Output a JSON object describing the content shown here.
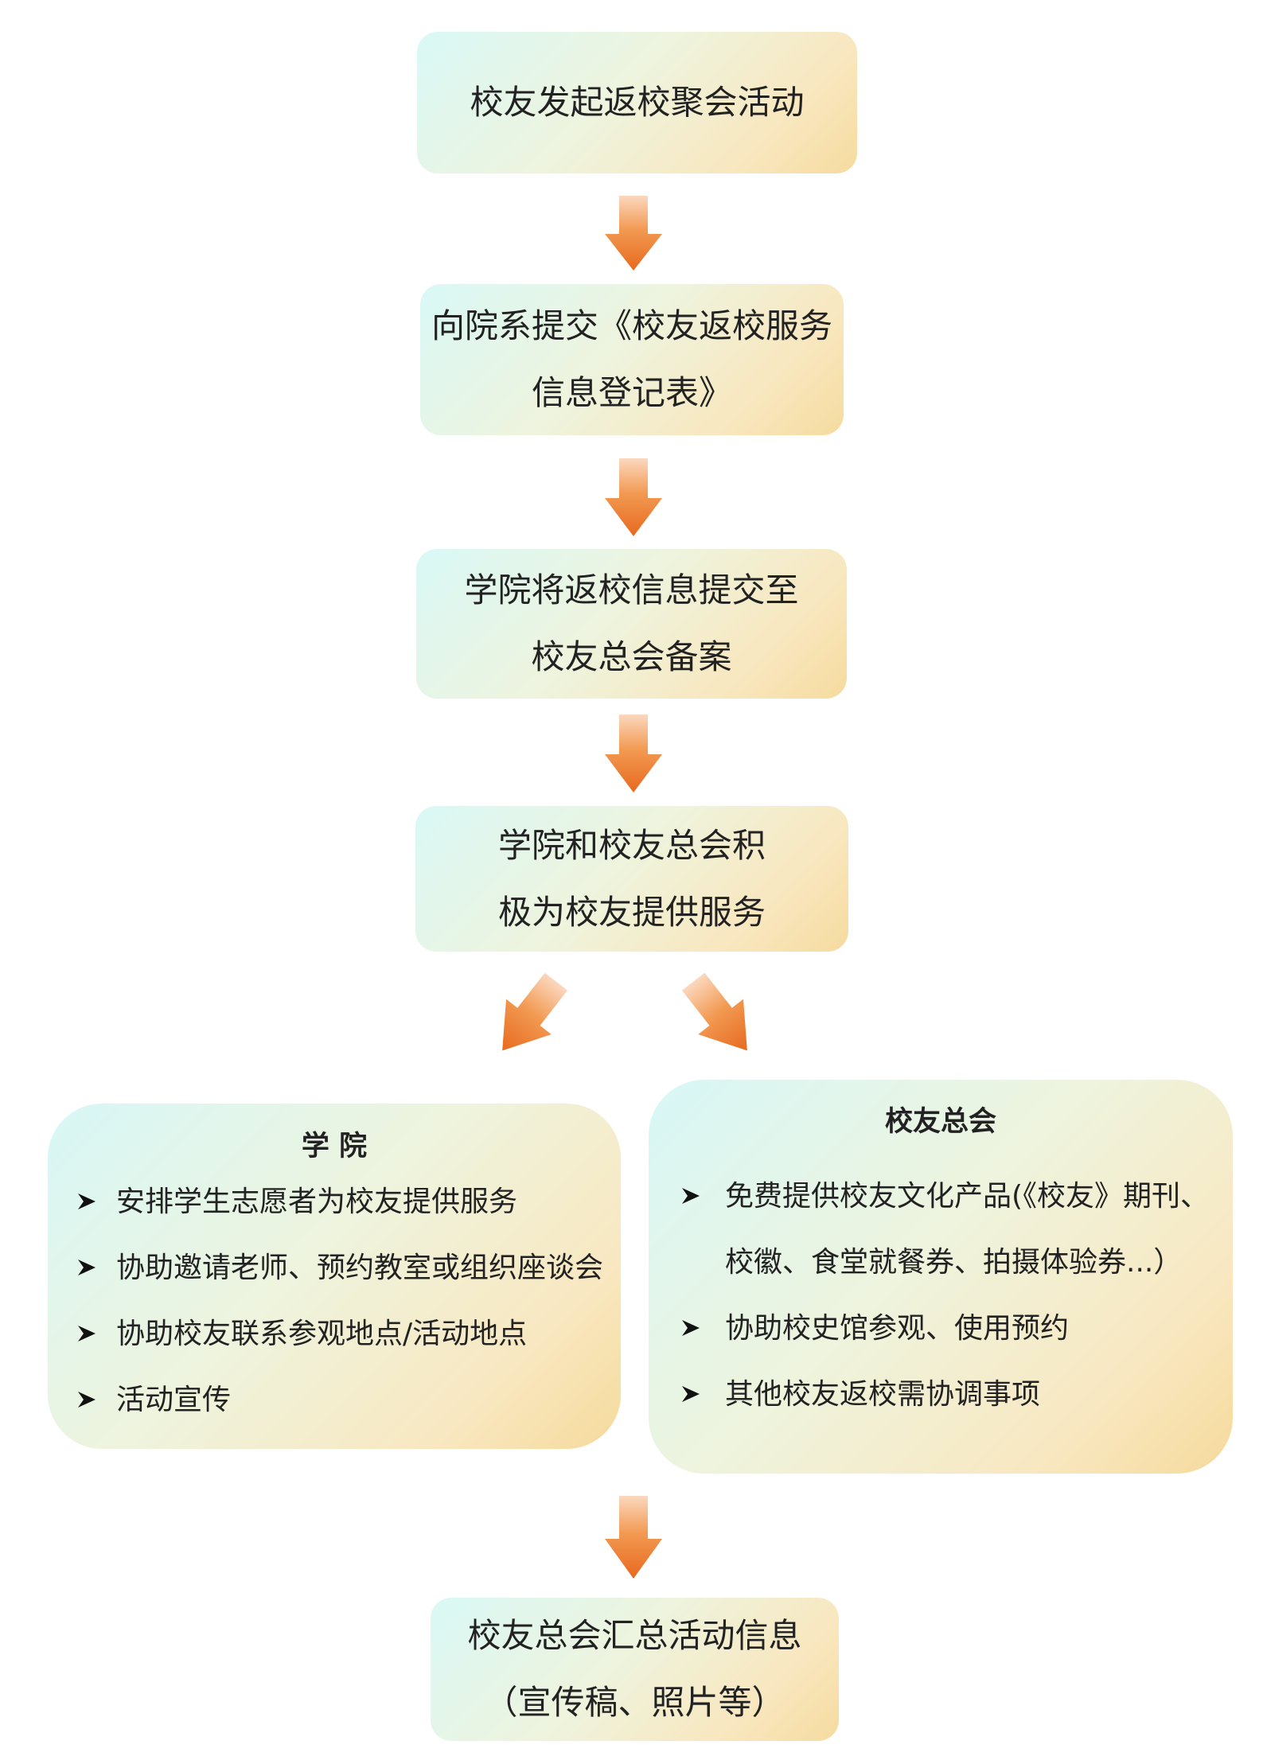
{
  "steps": {
    "s1": {
      "lines": [
        "校友发起返校聚会活动"
      ]
    },
    "s2": {
      "lines": [
        "向院系提交《校友返校服务",
        "信息登记表》"
      ]
    },
    "s3": {
      "lines": [
        "学院将返校信息提交至",
        "校友总会备案"
      ]
    },
    "s4": {
      "lines": [
        "学院和校友总会积",
        "极为校友提供服务"
      ]
    },
    "s5": {
      "lines": [
        "校友总会汇总活动信息",
        "（宣传稿、照片等）"
      ]
    }
  },
  "college": {
    "title": "学 院",
    "items": [
      "安排学生志愿者为校友提供服务",
      "协助邀请老师、预约教室或组织座谈会",
      "协助校友联系参观地点/活动地点",
      "活动宣传"
    ]
  },
  "association": {
    "title": "校友总会",
    "items": [
      "免费提供校友文化产品(《校友》期刊、",
      "校徽、食堂就餐券、拍摄体验券...）",
      "协助校史馆参观、使用预约",
      "其他校友返校需协调事项"
    ]
  },
  "colors": {
    "arrow_top": "#fad2b4",
    "arrow_mid": "#f28a3c",
    "arrow_bottom": "#e8691f"
  }
}
